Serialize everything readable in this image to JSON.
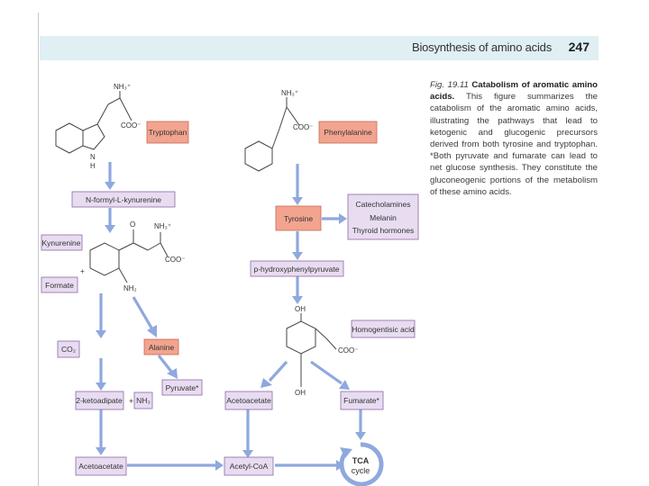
{
  "header": {
    "title": "Biosynthesis of amino acids",
    "page_number": "247"
  },
  "caption": {
    "fig_label": "Fig. 19.11",
    "title": "Catabolism of aromatic amino acids.",
    "body": "This figure summarizes the catabolism of the aromatic amino acids, illustrating the pathways that lead to ketogenic and glucogenic precursors derived from both tyrosine and tryptophan. *Both pyruvate and fumarate can lead to net glucose synthesis. They constitute the gluconeogenic portions of the metabolism of these amino acids."
  },
  "diagram": {
    "tryptophan": "Tryptophan",
    "phenylalanine": "Phenylalanine",
    "n_formyl": "N-formyl-L-kynurenine",
    "kynurenine": "Kynurenine",
    "formate": "Formate",
    "tyrosine": "Tyrosine",
    "catecholamines": "Catecholamines",
    "melanin": "Melanin",
    "thyroid": "Thyroid hormones",
    "p_hydroxy": "p-hydroxyphenylpyruvate",
    "homogentisic": "Homogentisic acid",
    "co2": "CO₂",
    "alanine": "Alanine",
    "pyruvate": "Pyruvate*",
    "ketoadipate": "2-ketoadipate",
    "plus": "+",
    "nh3": "NH₃",
    "acetoacetate1": "Acetoacetate",
    "fumarate": "Fumarate*",
    "acetoacetate2": "Acetoacetate",
    "acetyl_coa": "Acetyl-CoA",
    "tca_line1": "TCA",
    "tca_line2": "cycle",
    "chem": {
      "nh3p": "NH₃⁺",
      "coo": "COO⁻",
      "nh": "N",
      "h": "H",
      "o": "O",
      "nh2": "NH₂",
      "oh": "OH",
      "plus_sign": "+"
    }
  }
}
